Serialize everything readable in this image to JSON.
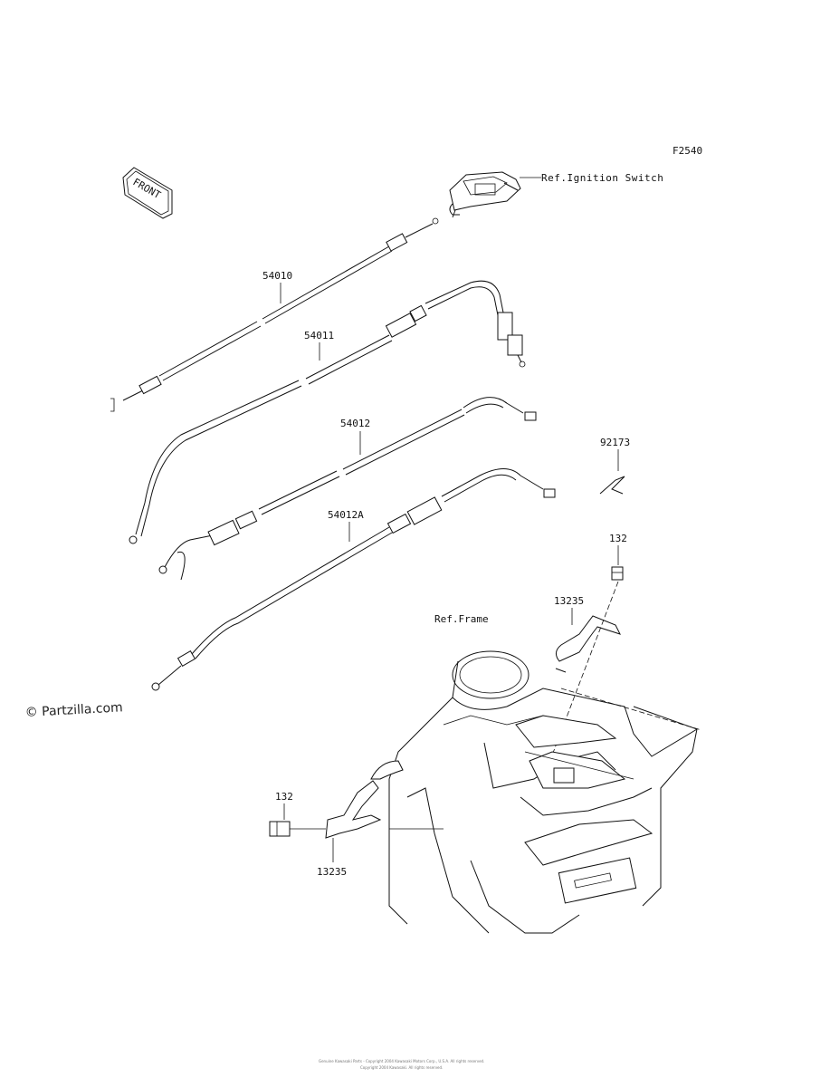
{
  "diagram_code": "F2540",
  "front_label": "FRONT",
  "watermark": "© Partzilla.com",
  "refs": {
    "ignition_switch": "Ref.Ignition Switch",
    "frame": "Ref.Frame"
  },
  "parts": {
    "p54010": "54010",
    "p54011": "54011",
    "p54012": "54012",
    "p54012a": "54012A",
    "p92173": "92173",
    "p132_top": "132",
    "p13235_top": "13235",
    "p132_left": "132",
    "p13235_left": "13235"
  },
  "footer": {
    "line1": "Genuine Kawasaki Parts - Copyright 2004 Kawasaki Motors Corp., U.S.A. All rights reserved.",
    "line2": "Copyright 2004 Kawasaki. All rights reserved."
  }
}
